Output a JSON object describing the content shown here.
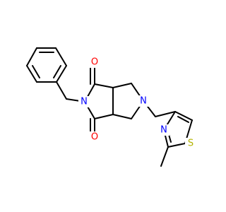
{
  "molecule": {
    "atoms": {
      "o_top": {
        "label": "O",
        "color": "#ff0000"
      },
      "o_bottom": {
        "label": "O",
        "color": "#ff0000"
      },
      "n_imide": {
        "label": "N",
        "color": "#0000ff"
      },
      "n_pyrrolidine": {
        "label": "N",
        "color": "#0000ff"
      },
      "n_thiazole": {
        "label": "N",
        "color": "#0000ff"
      },
      "s_thiazole": {
        "label": "S",
        "color": "#b3b300"
      }
    }
  }
}
